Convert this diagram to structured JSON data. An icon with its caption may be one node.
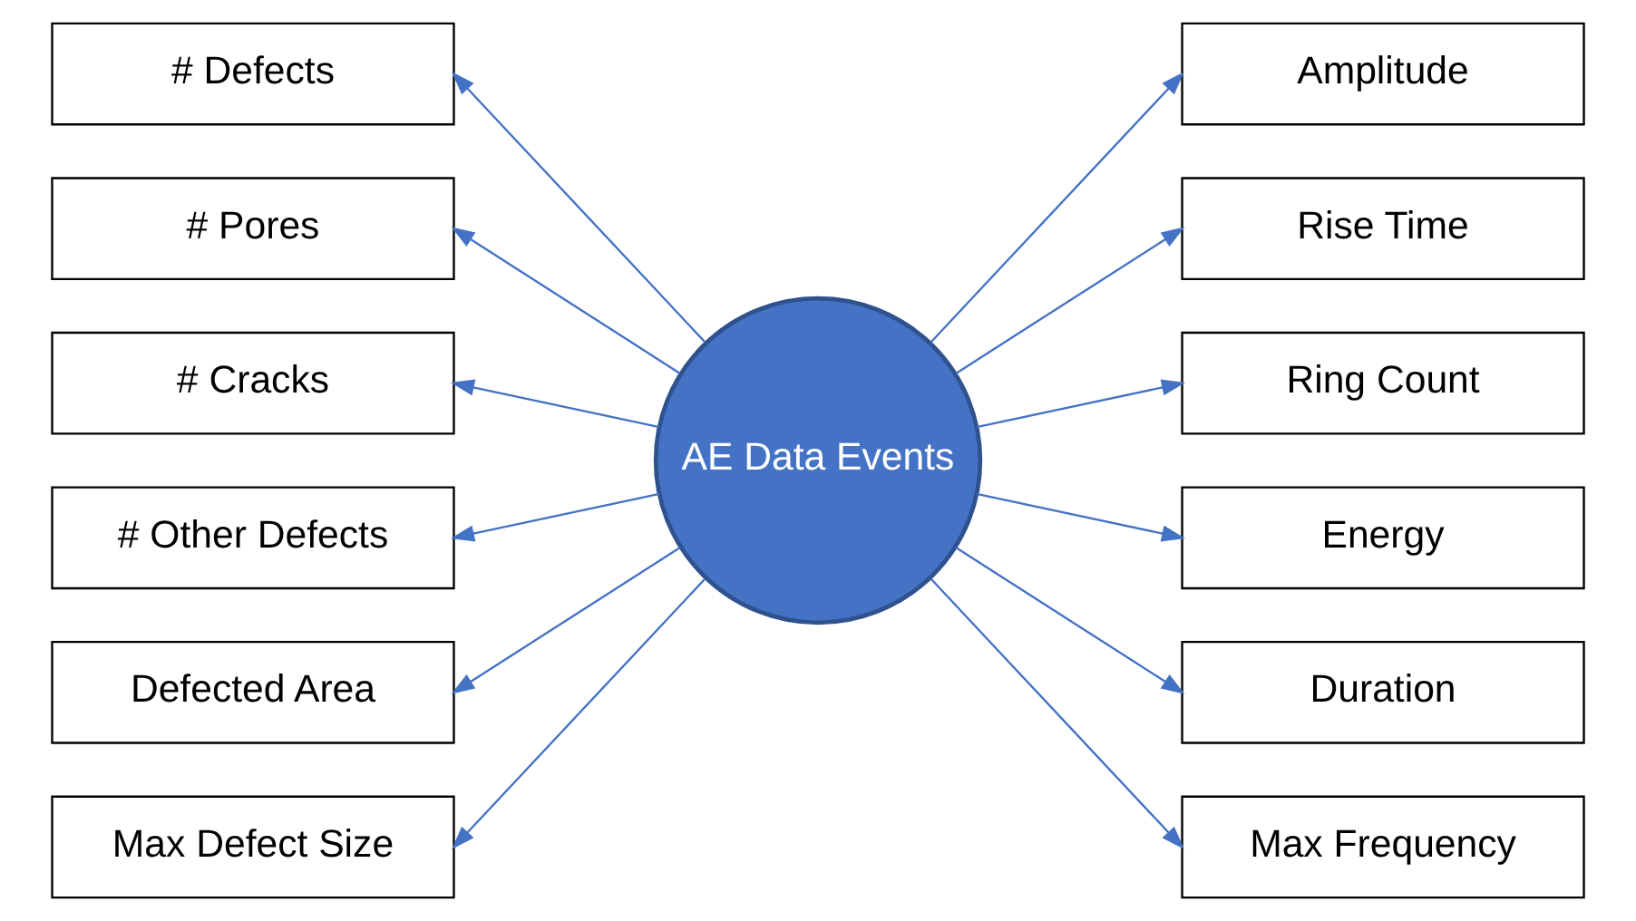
{
  "diagram": {
    "nodes": [
      {
        "text": [
          "# Defects"
        ]
      },
      {
        "text": [
          "# Pores"
        ]
      },
      {
        "text": [
          "# Cracks"
        ]
      },
      {
        "text": [
          "# Other Defects"
        ]
      },
      {
        "text": [
          "Defected Area"
        ]
      },
      {
        "text": [
          "Max Defect Size"
        ]
      },
      {
        "text": [
          "AE Data Events"
        ]
      },
      {
        "text": [
          "Amplitude"
        ]
      },
      {
        "text": [
          "Rise Time"
        ]
      },
      {
        "text": [
          "Ring Count"
        ]
      },
      {
        "text": [
          "Energy"
        ]
      },
      {
        "text": [
          "Duration"
        ]
      },
      {
        "text": [
          "Max Frequency"
        ]
      }
    ],
    "edges": [
      {
        "from": 6,
        "to": 0,
        "arrow": "to"
      },
      {
        "from": 6,
        "to": 1,
        "arrow": "to"
      },
      {
        "from": 6,
        "to": 2,
        "arrow": "to"
      },
      {
        "from": 6,
        "to": 3,
        "arrow": "to"
      },
      {
        "from": 6,
        "to": 4,
        "arrow": "to"
      },
      {
        "from": 6,
        "to": 5,
        "arrow": "to"
      },
      {
        "from": 6,
        "to": 7,
        "arrow": "to"
      },
      {
        "from": 6,
        "to": 8,
        "arrow": "to"
      },
      {
        "from": 6,
        "to": 9,
        "arrow": "to"
      },
      {
        "from": 6,
        "to": 10,
        "arrow": "to"
      },
      {
        "from": 6,
        "to": 11,
        "arrow": "to"
      },
      {
        "from": 6,
        "to": 12,
        "arrow": "to"
      }
    ]
  }
}
